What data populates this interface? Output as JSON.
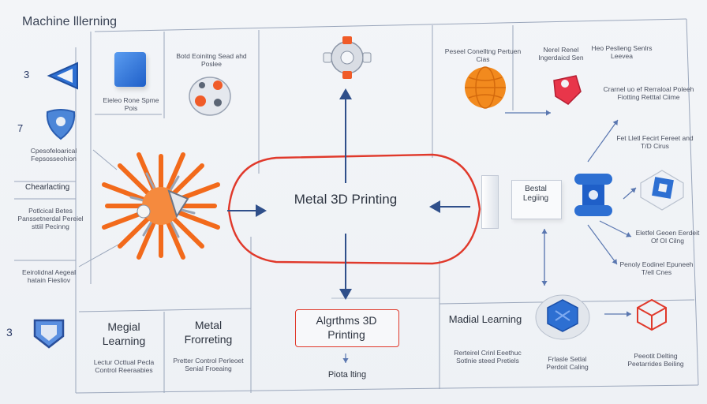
{
  "header": {
    "title": "Machine lllerning"
  },
  "left_panel": {
    "num_top": "3",
    "num_mid": "7",
    "num_bottom": "3",
    "label_shape2": "Cpesofeloarical Fepsosseohion",
    "section_title": "Chearlacting",
    "label_a": "Potlcical Betes Panssetnerdal Pereiel sttiil Pecinng",
    "label_b": "Eeirolidnal Aegeal hatain Fiesliov"
  },
  "top_row": {
    "cube_label": "Eieleo Rone Spme Pois",
    "widget_label": "Botd Eoinitng Sead ahd Poslee"
  },
  "center": {
    "main_label": "Metal 3D Printing",
    "algo_box": "Algrthms 3D Printing",
    "below_algo": "Piota lting"
  },
  "bottom_left": {
    "col1_title": "Megial Learning",
    "col1_text": "Lectur Octtual Pecla Control Reeraabies",
    "col2_title": "Metal Frorreting",
    "col2_text": "Pretter Control Perleoet Senial Froeaing"
  },
  "right_panel": {
    "top_a": "Peseel Conelltng Pertuen Cias",
    "top_b": "Nerel Renel Ingerdaicd Sen",
    "top_c": "Heo Peslieng Senlrs Leevea",
    "desc1": "Crarnel uo ef Rerraloal Poleeh Fiotting Retttal Ciime",
    "desc2": "Fet Lletl Fecirt Fereet and T/D Cirus",
    "box_label": "Bestal Legiing",
    "desc3": "Eletfel Geoen Eerdeit Of OI Cilng",
    "desc4": "Penoly Eodinel Epuneeh T/ell Cnes",
    "madial_title": "Madial Learning",
    "madial_text": "Rerteirel Crinl Eeethuc Sotlnie steed Pretiels",
    "bottom_b": "Frlasle Setlal Perdoit Caling",
    "bottom_c": "Peeotit Delting Peetarrides Beiling"
  },
  "colors": {
    "accent_blue": "#2d6fd2",
    "accent_orange": "#f26a1b",
    "accent_red": "#e0392b",
    "line_blue": "#2f4f8a",
    "grid_line": "#9aa6bb"
  }
}
